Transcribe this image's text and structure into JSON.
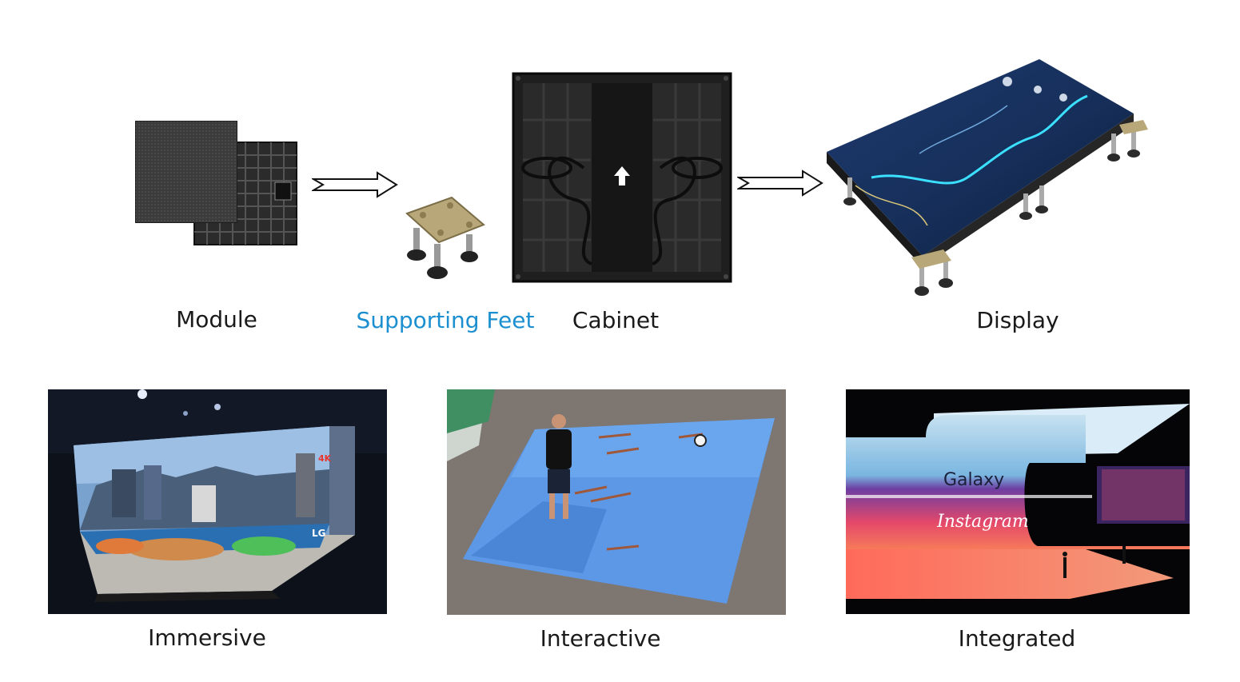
{
  "top_row": {
    "module_label": "Module",
    "feet_label": "Supporting Feet",
    "cabinet_label": "Cabinet",
    "display_label": "Display"
  },
  "bottom_row": {
    "immersive_label": "Immersive",
    "interactive_label": "Interactive",
    "integrated_label": "Integrated"
  },
  "photo_text": {
    "resolution_badge": "4K",
    "brand_logo": "LG",
    "galaxy": "Galaxy",
    "instagram": "Instagram"
  },
  "colors": {
    "accent": "#1b8fd0",
    "text": "#1a1a1a"
  }
}
